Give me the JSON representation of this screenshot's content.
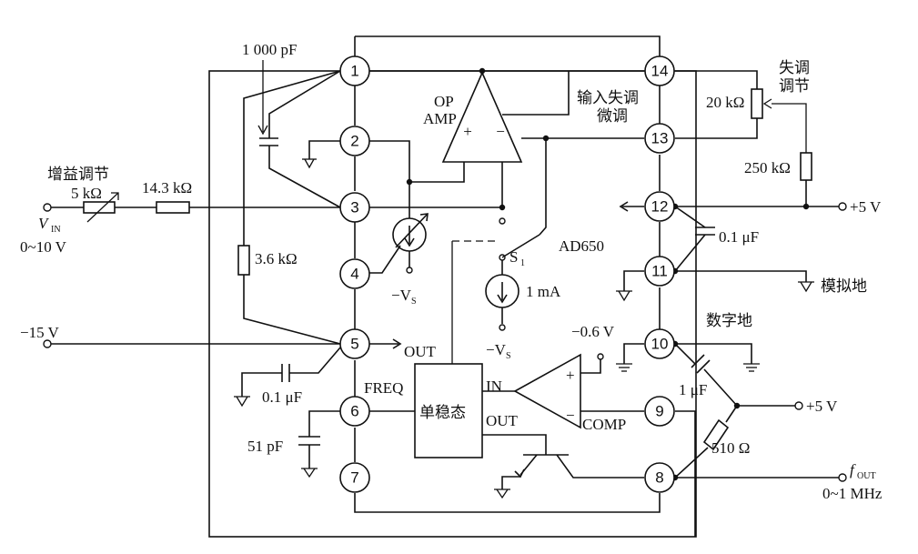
{
  "chip": {
    "name": "AD650"
  },
  "pins": [
    "1",
    "2",
    "3",
    "4",
    "5",
    "6",
    "7",
    "8",
    "9",
    "10",
    "11",
    "12",
    "13",
    "14"
  ],
  "labels": {
    "cap_1000pf": "1 000 pF",
    "gain_adjust": "增益调节",
    "pot_5k": "5 kΩ",
    "res_14_3k": "14.3 kΩ",
    "vin": "V",
    "vin_sub": "IN",
    "vin_range": "0~10 V",
    "res_3_6k": "3.6 kΩ",
    "neg15": "−15 V",
    "cap_0_1uf_left": "0.1 μF",
    "cap_51pf": "51 pF",
    "opamp_line1": "OP",
    "opamp_line2": "AMP",
    "offset_fine": "输入失调",
    "offset_fine2": "微调",
    "offset_adjust": "失调",
    "offset_adjust2": "调节",
    "pot_20k": "20 kΩ",
    "res_250k": "250 kΩ",
    "plus5v_top": "+5 V",
    "cap_0_1uf_right": "0.1 μF",
    "analog_gnd": "模拟地",
    "digital_gnd": "数字地",
    "neg_vs": "−V",
    "neg_vs_sub": "S",
    "neg_vs2": "−V",
    "neg_vs2_sub": "S",
    "switch": "S",
    "switch_sub": "1",
    "current_1ma": "1 mA",
    "out": "OUT",
    "freq": "FREQ",
    "oneshot": "单稳态",
    "in": "IN",
    "oneshot_out": "OUT",
    "neg0_6v": "−0.6 V",
    "comp": "COMP",
    "plus": "+",
    "minus": "−",
    "cap_1uf": "1 μF",
    "plus5v_right": "+5 V",
    "res_510": "510 Ω",
    "fout": "f",
    "fout_sub": "OUT",
    "fout_range": "0~1 MHz"
  }
}
